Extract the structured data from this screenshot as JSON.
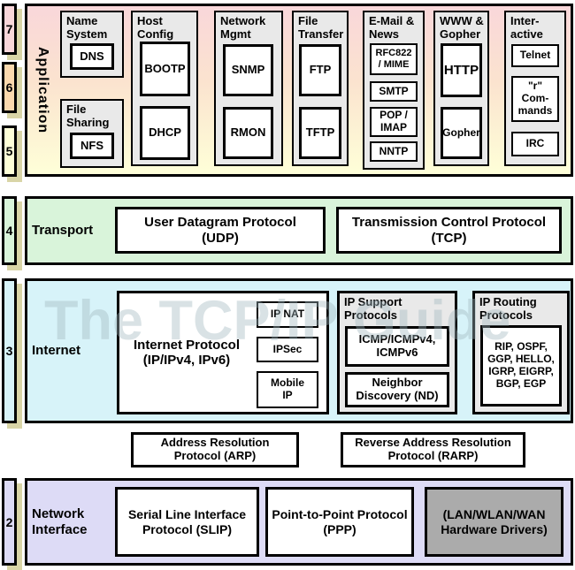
{
  "watermark": "The TCP/IP Guide",
  "osi_layers": {
    "l7": "7",
    "l6": "6",
    "l5": "5",
    "l4": "4",
    "l3": "3",
    "l2": "2"
  },
  "application": {
    "label": "Application",
    "groups": [
      {
        "title": "Name\nSystem",
        "items": [
          "DNS"
        ]
      },
      {
        "title": "File\nSharing",
        "items": [
          "NFS"
        ]
      },
      {
        "title": "Host\nConfig",
        "items": [
          "BOOTP",
          "DHCP"
        ]
      },
      {
        "title": "Network\nMgmt",
        "items": [
          "SNMP",
          "RMON"
        ]
      },
      {
        "title": "File\nTransfer",
        "items": [
          "FTP",
          "TFTP"
        ]
      },
      {
        "title": "E-Mail &\nNews",
        "items": [
          "RFC822\n/ MIME",
          "SMTP",
          "POP /\nIMAP",
          "NNTP"
        ]
      },
      {
        "title": "WWW &\nGopher",
        "items": [
          "HTTP",
          "Gopher"
        ]
      },
      {
        "title": "Inter-\nactive",
        "items": [
          "Telnet",
          "\"r\"\nCom-\nmands",
          "IRC"
        ]
      }
    ]
  },
  "transport": {
    "label": "Transport",
    "udp": "User Datagram Protocol\n(UDP)",
    "tcp": "Transmission Control Protocol\n(TCP)"
  },
  "internet": {
    "label": "Internet",
    "ip": "Internet Protocol\n(IP/IPv4, IPv6)",
    "ip_subs": [
      "IP NAT",
      "IPSec",
      "Mobile\nIP"
    ],
    "support": {
      "title": "IP Support\nProtocols",
      "items": [
        "ICMP/ICMPv4,\nICMPv6",
        "Neighbor\nDiscovery (ND)"
      ]
    },
    "routing": {
      "title": "IP Routing\nProtocols",
      "items": [
        "RIP, OSPF,\nGGP, HELLO,\nIGRP, EIGRP,\nBGP, EGP"
      ]
    }
  },
  "resolution": {
    "arp": "Address Resolution\nProtocol (ARP)",
    "rarp": "Reverse Address Resolution\nProtocol (RARP)"
  },
  "network_interface": {
    "label": "Network\nInterface",
    "slip": "Serial Line Interface\nProtocol (SLIP)",
    "ppp": "Point-to-Point Protocol\n(PPP)",
    "hw": "(LAN/WLAN/WAN\nHardware Drivers)"
  },
  "colors": {
    "layer7": "#f9d7da",
    "layer6": "#fbd9ae",
    "layer5": "#feffd8",
    "transport": "#d9f4da",
    "internet": "#d7f3f9",
    "network_interface": "#dddbf6",
    "group_fill": "#e9e9e9",
    "hardware_fill": "#ababab",
    "shadow": "#d9d5a7"
  }
}
